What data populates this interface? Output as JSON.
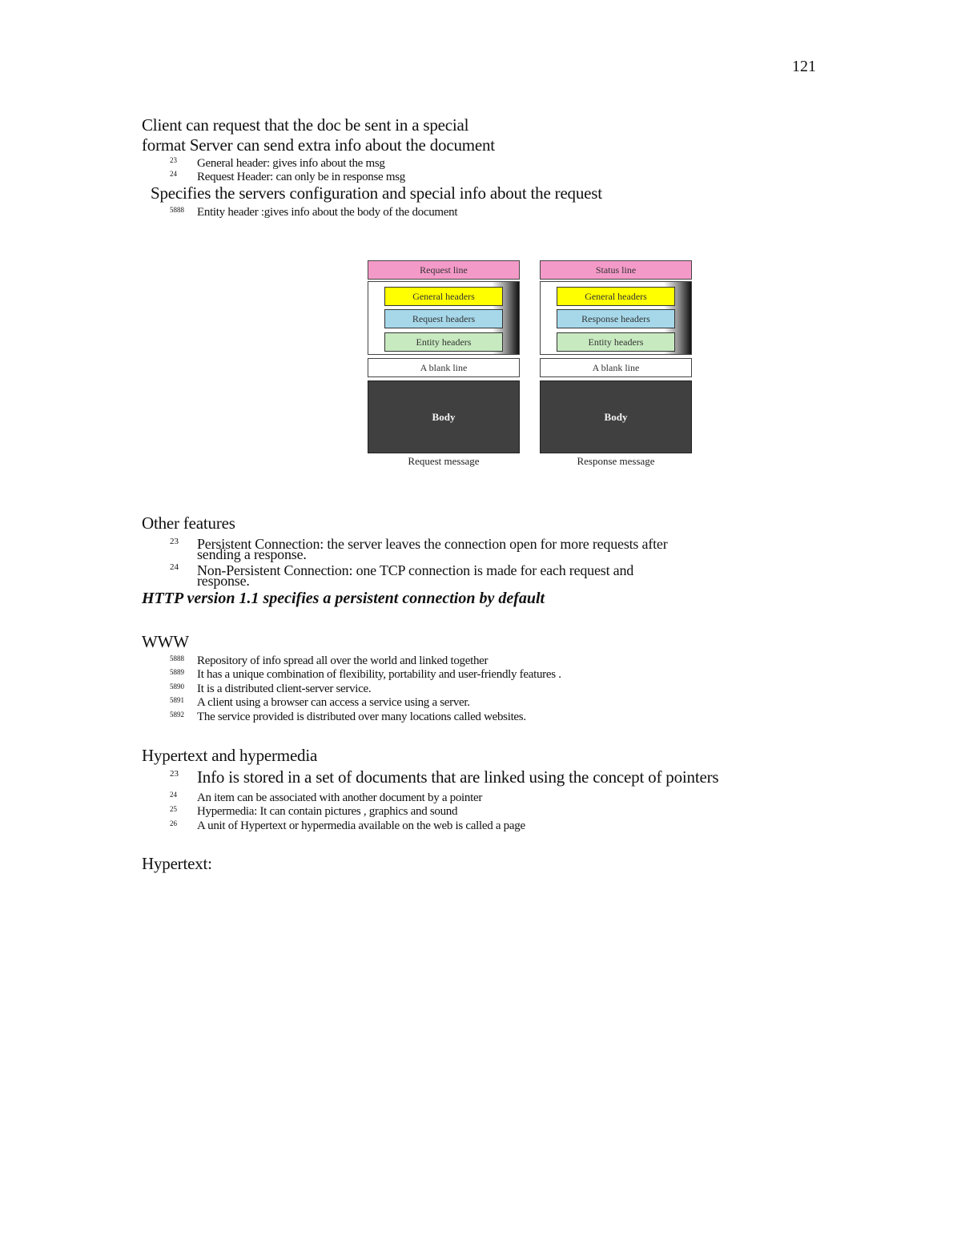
{
  "page_number": "121",
  "intro": {
    "line1": "Client can request that the doc be sent in a special",
    "line2": "format Server can send extra info about the document",
    "items": [
      {
        "marker": "23",
        "text": "General header: gives info about the msg"
      },
      {
        "marker": "24",
        "text": "Request Header: can only be in response msg"
      }
    ],
    "line3": "Specifies the servers configuration and special info about the request",
    "entity_item": {
      "marker": "5888",
      "text": "Entity header :gives info about the body of the document"
    }
  },
  "diagram": {
    "request": {
      "first_line": "Request line",
      "headers": [
        "General headers",
        "Request headers",
        "Entity headers"
      ],
      "blank": "A blank line",
      "body": "Body",
      "caption": "Request message"
    },
    "response": {
      "first_line": "Status line",
      "headers": [
        "General headers",
        "Response headers",
        "Entity headers"
      ],
      "blank": "A blank line",
      "body": "Body",
      "caption": "Response message"
    },
    "colors": {
      "first_line": "#f49ac8",
      "general": "#ffff00",
      "specific": "#a6d8ea",
      "entity": "#c8eac0",
      "body": "#404040"
    }
  },
  "other_features": {
    "heading": "Other features",
    "items": [
      {
        "marker": "23",
        "line1": "Persistent Connection: the server leaves the connection open for more requests after",
        "line2": "sending a response."
      },
      {
        "marker": "24",
        "line1": "Non-Persistent Connection: one TCP connection is made for each request and",
        "line2": "response."
      }
    ],
    "emphasis": "HTTP version 1.1 specifies a persistent connection by default"
  },
  "www": {
    "heading": "WWW",
    "items": [
      {
        "marker": "5888",
        "text": "Repository of info spread all over the world and linked together"
      },
      {
        "marker": "5889",
        "text": "It has a unique combination of flexibility, portability and user-friendly features ."
      },
      {
        "marker": "5890",
        "text": "It is a distributed client-server service."
      },
      {
        "marker": "5891",
        "text": " A client using a browser can access a service using a server."
      },
      {
        "marker": "5892",
        "text": "The service provided is distributed over many locations called websites."
      }
    ]
  },
  "hypertext_hypermedia": {
    "heading": "Hypertext and hypermedia",
    "items": [
      {
        "marker": "23",
        "text": "Info is stored in a set of documents that are linked using the concept of pointers"
      },
      {
        "marker": "24",
        "text": "An item can be associated with another document by a pointer"
      },
      {
        "marker": "25",
        "text": "Hypermedia: It can contain pictures , graphics and sound"
      },
      {
        "marker": "26",
        "text": "A unit of Hypertext or hypermedia available on the web is called a page"
      }
    ]
  },
  "hypertext": {
    "heading": "Hypertext:"
  }
}
